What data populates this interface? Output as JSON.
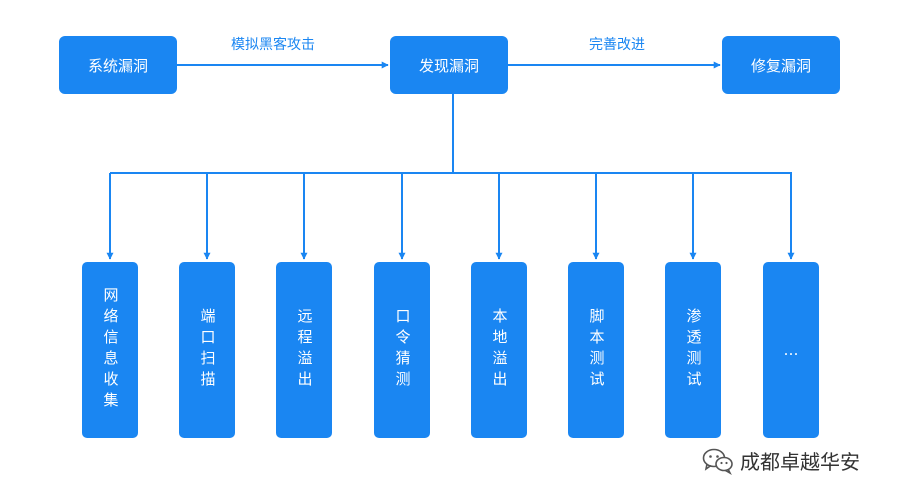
{
  "flow": {
    "nodes": [
      {
        "id": "system-vuln",
        "label": "系统漏洞"
      },
      {
        "id": "find-vuln",
        "label": "发现漏洞"
      },
      {
        "id": "fix-vuln",
        "label": "修复漏洞"
      }
    ],
    "edges": [
      {
        "from": "system-vuln",
        "to": "find-vuln",
        "label": "模拟黑客攻击"
      },
      {
        "from": "find-vuln",
        "to": "fix-vuln",
        "label": "完善改进"
      }
    ]
  },
  "methods": [
    {
      "label": "网络信息收集"
    },
    {
      "label": "端口扫描"
    },
    {
      "label": "远程溢出"
    },
    {
      "label": "口令猜测"
    },
    {
      "label": "本地溢出"
    },
    {
      "label": "脚本测试"
    },
    {
      "label": "渗透测试"
    },
    {
      "label": "…"
    }
  ],
  "watermark": {
    "text": "成都卓越华安",
    "icon": "wechat-icon"
  },
  "colors": {
    "node": "#1a86f2",
    "line": "#1a86f2",
    "label": "#1a86f2",
    "watermark": "#333333"
  }
}
